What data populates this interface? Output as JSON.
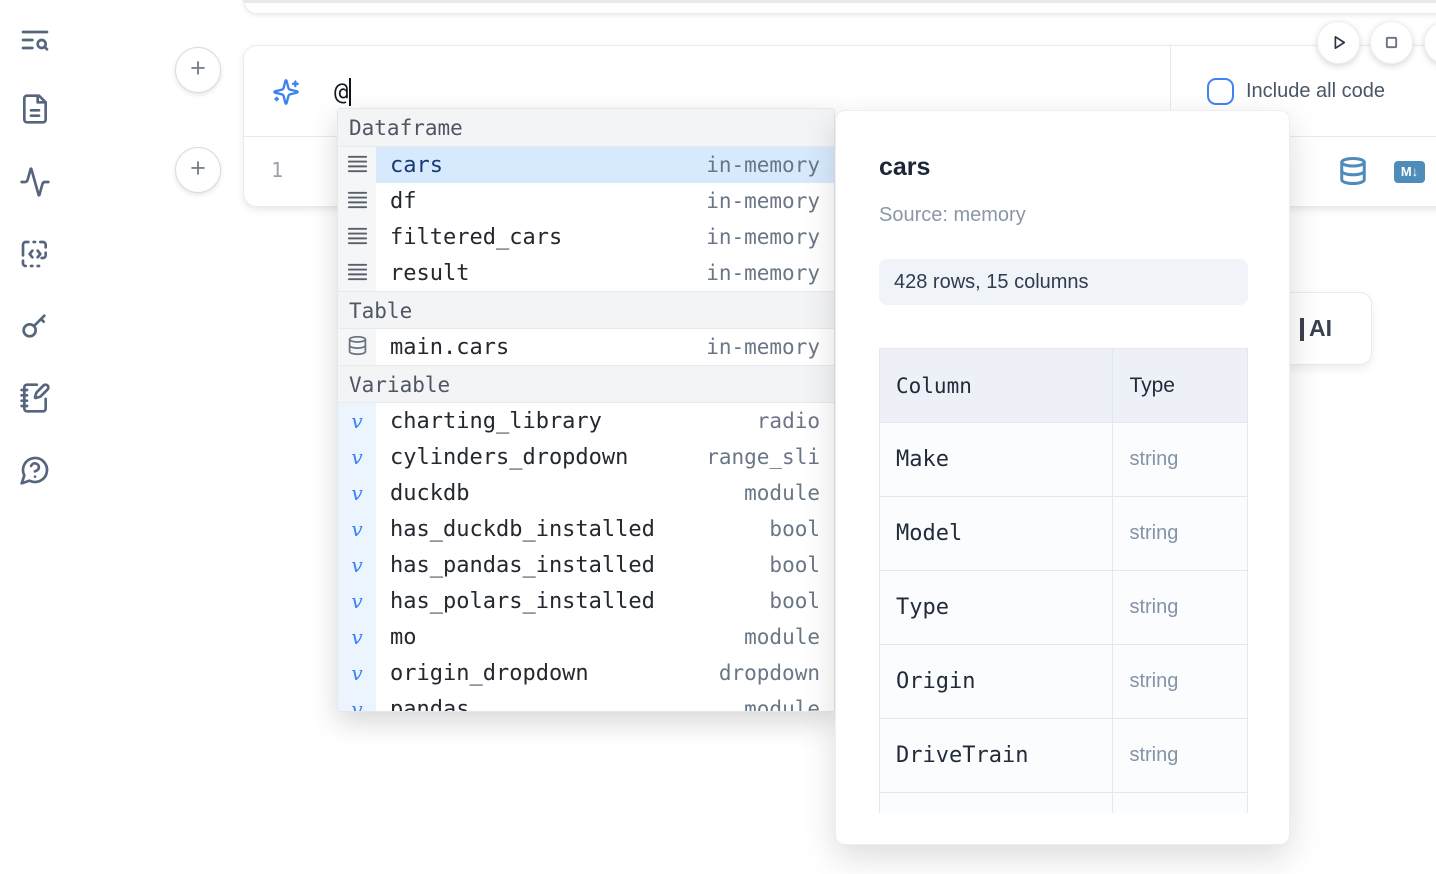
{
  "colors": {
    "accent_blue": "#3b82f6",
    "steel_blue": "#4e8cba",
    "selection_blue": "#d7eafd",
    "sidebar_icon": "#56657e"
  },
  "sidebar": {
    "icons": [
      "table-of-contents-search",
      "document",
      "activity",
      "code-square",
      "key",
      "notebook-pen",
      "help-chat"
    ]
  },
  "cell": {
    "prompt_value": "@",
    "include_all_code_label": "Include all code",
    "line_number": "1",
    "markdown_badge_label": "M↓"
  },
  "autocomplete": {
    "sections": [
      {
        "label": "Dataframe",
        "kind": "dataframe",
        "items": [
          {
            "name": "cars",
            "meta": "in-memory",
            "selected": true
          },
          {
            "name": "df",
            "meta": "in-memory"
          },
          {
            "name": "filtered_cars",
            "meta": "in-memory"
          },
          {
            "name": "result",
            "meta": "in-memory"
          }
        ]
      },
      {
        "label": "Table",
        "kind": "table",
        "items": [
          {
            "name": "main.cars",
            "meta": "in-memory"
          }
        ]
      },
      {
        "label": "Variable",
        "kind": "variable",
        "items": [
          {
            "name": "charting_library",
            "meta": "radio"
          },
          {
            "name": "cylinders_dropdown",
            "meta": "range_sli"
          },
          {
            "name": "duckdb",
            "meta": "module"
          },
          {
            "name": "has_duckdb_installed",
            "meta": "bool"
          },
          {
            "name": "has_pandas_installed",
            "meta": "bool"
          },
          {
            "name": "has_polars_installed",
            "meta": "bool"
          },
          {
            "name": "mo",
            "meta": "module"
          },
          {
            "name": "origin_dropdown",
            "meta": "dropdown"
          }
        ]
      }
    ],
    "clipped_row": {
      "name": "pandas",
      "meta": "module",
      "kind": "variable"
    }
  },
  "preview": {
    "title": "cars",
    "source": "Source: memory",
    "shape": "428 rows, 15 columns",
    "table": {
      "headers": [
        "Column",
        "Type"
      ],
      "rows": [
        [
          "Make",
          "string"
        ],
        [
          "Model",
          "string"
        ],
        [
          "Type",
          "string"
        ],
        [
          "Origin",
          "string"
        ],
        [
          "DriveTrain",
          "string"
        ]
      ]
    }
  },
  "ai_card": {
    "visible_label": "AI"
  }
}
